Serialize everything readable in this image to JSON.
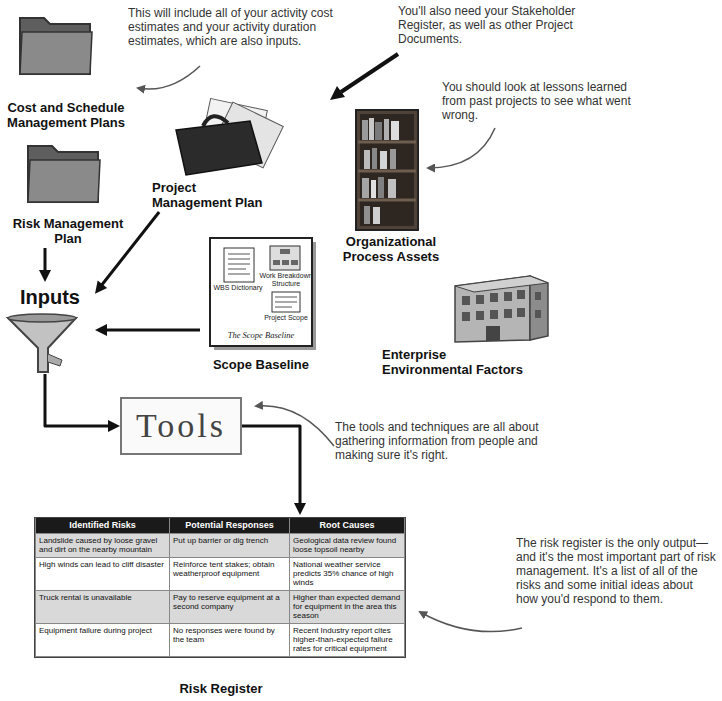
{
  "diagram": {
    "nodes": [
      {
        "text": [
          "Cost and Schedule Management Plans"
        ]
      },
      {
        "text": [
          "Project Management Plan"
        ]
      },
      {
        "text": [
          "Organizational Process Assets"
        ]
      },
      {
        "text": [
          "Risk Management Plan"
        ]
      },
      {
        "text": [
          "Inputs"
        ]
      },
      {
        "text": [
          "Scope Baseline",
          "The Scope Baseline"
        ]
      },
      {
        "text": [
          "Enterprise Environmental Factors"
        ]
      },
      {
        "text": [
          "Tools"
        ]
      },
      {
        "text": [
          "Risk Register"
        ]
      }
    ],
    "edges": [
      {
        "from": 3,
        "to": 4,
        "arrow": "to"
      },
      {
        "from": 1,
        "to": 4,
        "arrow": "to"
      },
      {
        "from": 5,
        "to": 4,
        "arrow": "to"
      },
      {
        "from": 4,
        "to": 7,
        "arrow": "to"
      },
      {
        "from": 7,
        "to": 8,
        "arrow": "to"
      }
    ],
    "labels": [
      "This will include all of your activity cost estimates and your activity duration estimates, which are also inputs.",
      "You'll also need your Stakeholder Register, as well as other Project Documents.",
      "You should look at lessons learned from past projects to see what went wrong.",
      "WBS Dictionary",
      "Work Breakdown Structure",
      "Project Scope",
      "The tools and techniques are all about gathering information from people and making sure it's right.",
      "Identified Risks",
      "Potential Responses",
      "Root Causes",
      "Landslide caused by loose gravel and dirt on the nearby mountain",
      "Put up barrier or dig trench",
      "Geological data review found loose topsoil nearby",
      "High winds can lead to cliff disaster",
      "Reinforce tent stakes; obtain weatherproof equipment",
      "National weather service predicts 35% chance of high winds",
      "Truck rental is unavailable",
      "Pay to reserve equipment at a second company",
      "Higher than expected demand for equipment in the area this season",
      "Equipment failure during project",
      "No responses were found by the team",
      "Recent Industry report cites higher-than-expected failure rates for critical equipment",
      "The risk register is the only output—and it's the most important part of risk management. It's a list of all of the risks and some initial ideas about how you'd respond to them."
    ]
  }
}
